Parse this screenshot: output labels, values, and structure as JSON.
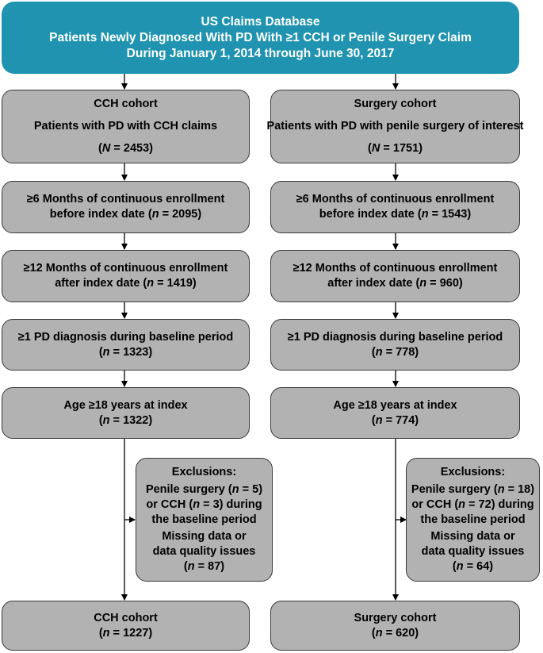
{
  "header": {
    "line1": "US Claims Database",
    "line2": "Patients Newly Diagnosed With PD With ≥1 CCH or Penile Surgery Claim",
    "line3": "During January 1, 2014 through June 30, 2017"
  },
  "left": {
    "cohort_title": "CCH cohort",
    "cohort_desc": "Patients with PD with CCH claims",
    "cohort_n": "2453",
    "enroll_before_l1": "≥6 Months of continuous enrollment",
    "enroll_before_l2": "before index date",
    "enroll_before_n": "2095",
    "enroll_after_l1": "≥12 Months of continuous enrollment",
    "enroll_after_l2": "after index date",
    "enroll_after_n": "1419",
    "diagnosis_l1": "≥1 PD diagnosis during baseline period",
    "diagnosis_n": "1323",
    "age_l1": "Age ≥18 years at index",
    "age_n": "1322",
    "excl_title": "Exclusions:",
    "excl_a1": "Penile surgery (",
    "excl_a_n": "5",
    "excl_b1": "or CCH (",
    "excl_b_n": "3",
    "excl_b2": ") during",
    "excl_c": "the baseline period",
    "excl_d": "Missing data or",
    "excl_e": "data quality issues",
    "excl_f_n": "87",
    "final_title": "CCH cohort",
    "final_n": "1227"
  },
  "right": {
    "cohort_title": "Surgery cohort",
    "cohort_desc": "Patients with PD with penile surgery of interest",
    "cohort_n": "1751",
    "enroll_before_l1": "≥6 Months of continuous enrollment",
    "enroll_before_l2": "before index date",
    "enroll_before_n": "1543",
    "enroll_after_l1": "≥12 Months of continuous enrollment",
    "enroll_after_l2": "after index date",
    "enroll_after_n": "960",
    "diagnosis_l1": "≥1 PD diagnosis during baseline period",
    "diagnosis_n": "778",
    "age_l1": "Age ≥18 years at index",
    "age_n": "774",
    "excl_title": "Exclusions:",
    "excl_a1": "Penile surgery (",
    "excl_a_n": "18",
    "excl_b1": "or CCH (",
    "excl_b_n": "72",
    "excl_b2": ") during",
    "excl_c": "the baseline period",
    "excl_d": "Missing data or",
    "excl_e": "data quality issues",
    "excl_f_n": "64",
    "final_title": "Surgery cohort",
    "final_n": "620"
  },
  "symbols": {
    "N": "N",
    "n": "n",
    "eq": " = ",
    "open": "(",
    "close": ")",
    "close_paren_n": ")"
  },
  "colors": {
    "header_bg": "#1f93b0",
    "box_bg": "#b2b2b2",
    "border": "#3a3a3a"
  }
}
